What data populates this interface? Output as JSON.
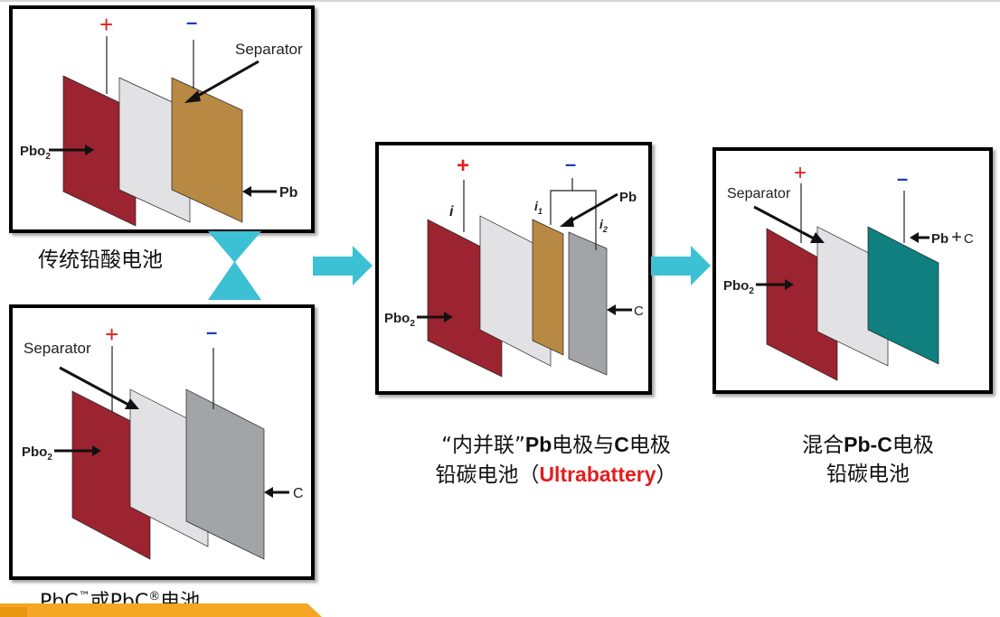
{
  "panel1": {
    "plus": "+",
    "minus": "–",
    "separator_label": "Separator",
    "pbo2_main": "Pbo",
    "pbo2_sub": "2",
    "pb_label": "Pb"
  },
  "panel2": {
    "plus": "+",
    "minus": "–",
    "separator_label": "Separator",
    "pbo2_main": "Pbo",
    "pbo2_sub": "2",
    "c_label": "C"
  },
  "panel3": {
    "plus": "+",
    "minus": "–",
    "i_label": "i",
    "i1_main": "i",
    "i1_sub": "1",
    "i2_main": "i",
    "i2_sub": "2",
    "pb_label": "Pb",
    "pbo2_main": "Pbo",
    "pbo2_sub": "2",
    "c_label": "C"
  },
  "panel4": {
    "plus": "+",
    "minus": "–",
    "separator_label": "Separator",
    "pb_c_label": "Pb",
    "pb_c_plus": "+",
    "pb_c_c": "C",
    "pbo2_main": "Pbo",
    "pbo2_sub": "2"
  },
  "captions": {
    "traditional": "传统铅酸电池",
    "pbc_prefix": "PbC",
    "pbc_tm": "™",
    "pbc_or": "或PbC",
    "pbc_reg": "®",
    "pbc_suffix": "电池",
    "ultra_l1_a": "“内并联”",
    "ultra_l1_b": "Pb",
    "ultra_l1_c": "电极与",
    "ultra_l1_d": "C",
    "ultra_l1_e": "电极",
    "ultra_l2_a": "铅碳电池（",
    "ultra_l2_b": "Ultrabattery",
    "ultra_l2_c": "）",
    "mixed_l1_a": "混合",
    "mixed_l1_b": "Pb-C",
    "mixed_l1_c": "电极",
    "mixed_l2": "铅碳电池"
  },
  "colors": {
    "pbo2_plate": "#9b2430",
    "separator_plate": "#e2e2e4",
    "pb_plate": "#b88943",
    "c_plate": "#a3a4a8",
    "pbc_plate": "#0f7f80",
    "arrow_cyan": "#3cc0d4",
    "plus_red": "#e31d1d",
    "minus_blue": "#1b3fb3",
    "accent_orange": "#f5a623"
  }
}
